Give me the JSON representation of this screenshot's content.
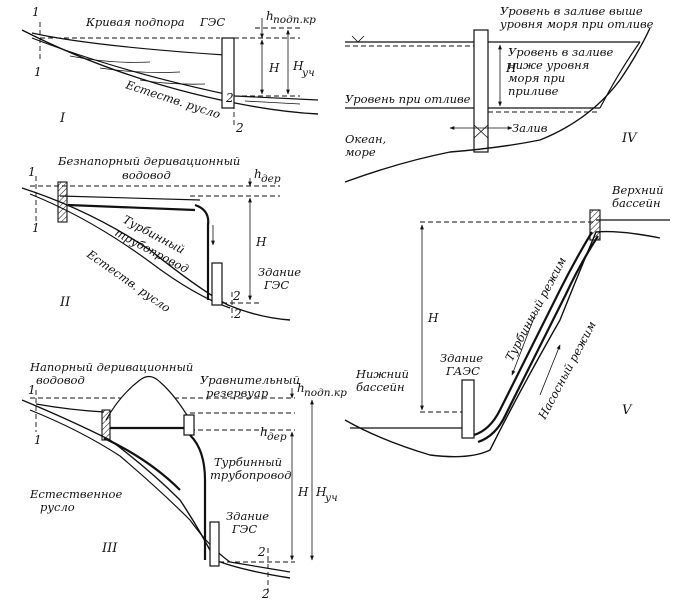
{
  "panel1": {
    "roman": "I",
    "backwater_curve": "Кривая подпора",
    "hpp": "ГЭС",
    "h_sub": "подп.кр",
    "h_letter": "h",
    "head_H": "H",
    "head_Huch": "H",
    "huch_sub": "уч",
    "natural_bed": "Естеств. русло",
    "n1a": "1",
    "n1b": "1",
    "n2a": "2",
    "n2b": "2"
  },
  "panel2": {
    "roman": "II",
    "free_flow_line1": "Безнапорный деривационный",
    "free_flow_line2": "водовод",
    "h_letter": "h",
    "h_sub": "дер",
    "turbine_line1": "Турбинный",
    "turbine_line2": "трубопровод",
    "head_H": "H",
    "building_line1": "Здание",
    "building_line2": "ГЭС",
    "natural_bed": "Естеств. русло",
    "n1a": "1",
    "n1b": "1",
    "n2a": "2",
    "n2b": "2"
  },
  "panel3": {
    "roman": "III",
    "pressure_line1": "Напорный деривационный",
    "pressure_line2": "водовод",
    "surge_line1": "Уравнительный",
    "surge_line2": "резервуар",
    "h1_letter": "h",
    "h1_sub": "подп.кр",
    "h2_letter": "h",
    "h2_sub": "дер",
    "turbine_line1": "Турбинный",
    "turbine_line2": "трубопровод",
    "natural_line1": "Естественное",
    "natural_line2": "русло",
    "building_line1": "Здание",
    "building_line2": "ГЭС",
    "head_H": "H",
    "head_Huch": "H",
    "huch_sub": "уч",
    "n1a": "1",
    "n1b": "1",
    "n2a": "2",
    "n2b": "2"
  },
  "panel4": {
    "roman": "IV",
    "bay_high_line1": "Уровень в заливе выше",
    "bay_high_line2": "уровня моря при отливе",
    "bay_low_line1": "Уровень в заливе",
    "bay_low_line2": "ниже уровня",
    "bay_low_line3": "моря при",
    "bay_low_line4": "приливе",
    "ebb_level": "Уровень при отливе",
    "head_H": "H",
    "bay": "Залив",
    "ocean_line1": "Океан,",
    "ocean_line2": "море"
  },
  "panel5": {
    "roman": "V",
    "upper_line1": "Верхний",
    "upper_line2": "бассейн",
    "lower_line1": "Нижний",
    "lower_line2": "бассейн",
    "building_line1": "Здание",
    "building_line2": "ГАЭС",
    "head_H": "H",
    "turbine_mode": "Турбинный режим",
    "pump_mode": "Насосный режим"
  }
}
